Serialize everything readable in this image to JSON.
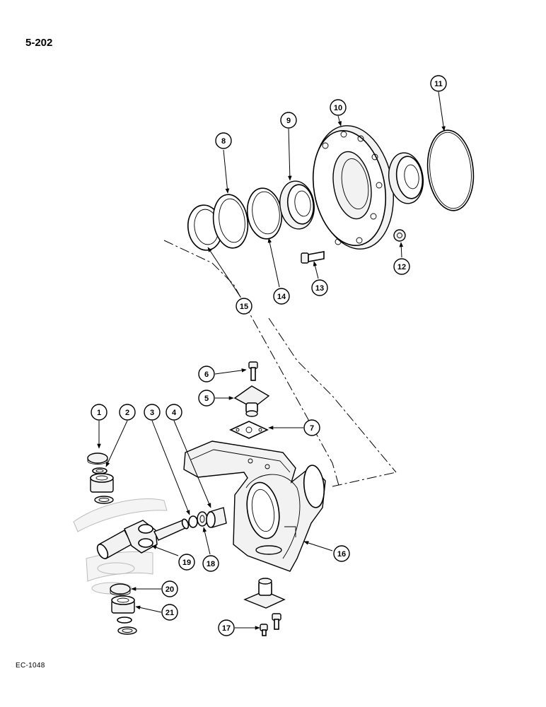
{
  "page_code": "5-202",
  "figure_code": "EC-1048",
  "callouts": [
    "1",
    "2",
    "3",
    "4",
    "5",
    "6",
    "7",
    "8",
    "9",
    "10",
    "11",
    "12",
    "13",
    "14",
    "15",
    "16",
    "17",
    "18",
    "19",
    "20",
    "21"
  ]
}
